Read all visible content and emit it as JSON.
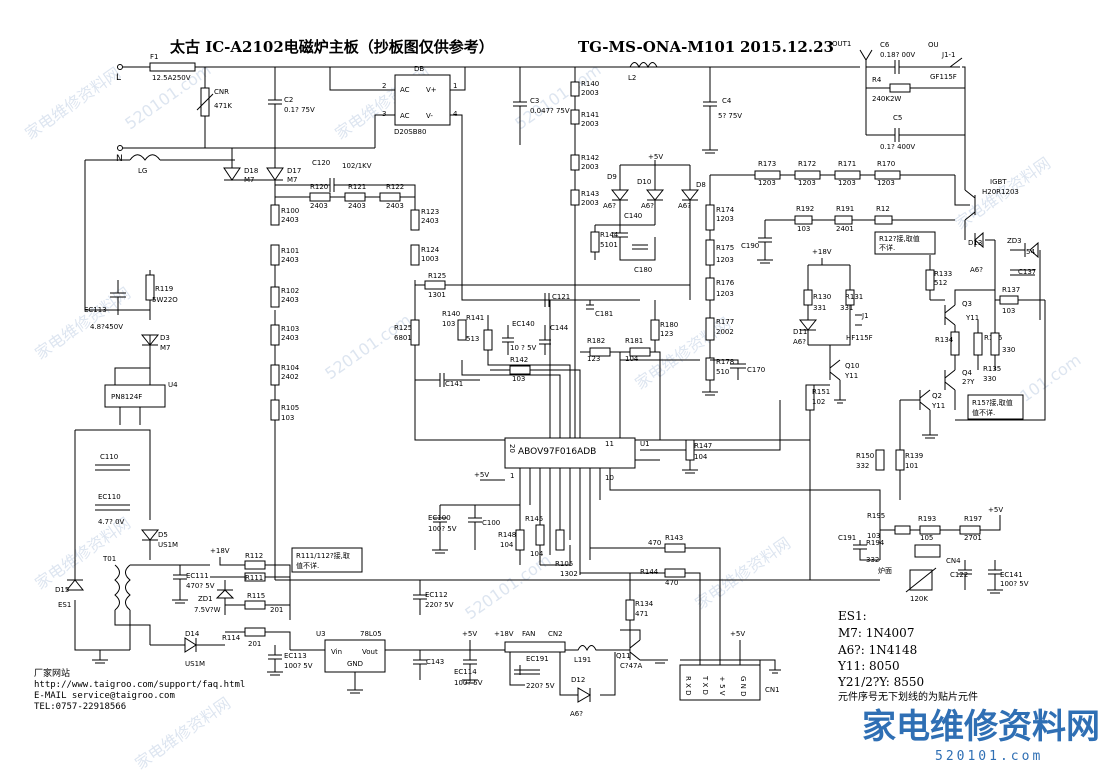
{
  "header": {
    "title": "太古  IC-A2102电磁炉主板（抄板图仅供参考）",
    "model": "TG-MS-ONA-M101",
    "date": "2015.12.23"
  },
  "labels": {
    "L": "L",
    "N": "N",
    "LG": "LG",
    "F1": "F1",
    "F1v": "12.5A250V",
    "CNR": "CNR",
    "CNRv": "471K",
    "C2": "C2",
    "C2v": "0.1? 75V",
    "DB": "DB",
    "DBp": "D20SB80",
    "ACp": "AC",
    "ACm": "AC",
    "Vp": "V+",
    "Vm": "V-",
    "p1": "1",
    "p2": "2",
    "p3": "3",
    "p4": "4",
    "C3": "C3",
    "C3v": "0.047? 75V",
    "R140": "R140",
    "R140v": "2003",
    "R141": "R141",
    "R141v": "2003",
    "L2": "L2",
    "C4": "C4",
    "C4v": "5? 75V",
    "OUT1": "OUT1",
    "C6": "C6",
    "C6v": "0.18? 00V",
    "OUT": "OU",
    "R4": "R4",
    "R4v": "240K2W",
    "J1": "J1-1",
    "GF": "GF115F",
    "C5": "C5",
    "C5v": "0.1? 400V",
    "D18": "D18",
    "D18m": "M7",
    "D17": "D17",
    "D17m": "M7",
    "C120": "C120",
    "C120v": "102/1KV",
    "R120": "R120",
    "R120v": "2403",
    "R121": "R121",
    "R121v": "2403",
    "R122": "R122",
    "R122v": "2403",
    "R142": "R142",
    "R142v": "2003",
    "R143": "R143",
    "R143v": "2003",
    "p5V": "+5V",
    "D9": "D9",
    "D9m": "A6?",
    "D10": "D10",
    "D10m": "A6?",
    "D8": "D8",
    "D8m": "A6?",
    "R173": "R173",
    "R173v": "1203",
    "R172": "R172",
    "R172v": "1203",
    "R171": "R171",
    "R171v": "1203",
    "R170": "R170",
    "R170v": "1203",
    "IGBT": "IGBT",
    "IGBTp": "H20R1203",
    "R100": "R100",
    "R100v": "2403",
    "R123": "R123",
    "R123v": "2403",
    "R144": "R144",
    "R144v": "5101",
    "C140": "C140",
    "C180": "C180",
    "R174": "R174",
    "R174v": "1203",
    "R192": "R192",
    "R192v": "103",
    "R191": "R191",
    "R191v": "2401",
    "R12": "R12",
    "note1": "R12?接,取值",
    "note1b": "不详.",
    "D13": "D13",
    "D13m": "A6?",
    "ZD3": "ZD3",
    "ZD3v": "54",
    "R101": "R101",
    "R101v": "2403",
    "R124": "R124",
    "R124v": "1003",
    "R175": "R175",
    "R175v": "1203",
    "C190": "C190",
    "p18V": "+18V",
    "R133": "R133",
    "R133v": "512",
    "C137": "C137",
    "EC113": "EC113",
    "EC113v": "4.8?450V",
    "R119": "R119",
    "R119v": "5W22O",
    "R102": "R102",
    "R102v": "2403",
    "R125": "R125",
    "R125v": "1301",
    "R176": "R176",
    "R176v": "1203",
    "R130": "R130",
    "R130v": "331",
    "R131": "R131",
    "R131v": "331",
    "Q3": "Q3",
    "R137": "R137",
    "R137v": "103",
    "D3": "D3",
    "D3m": "M7",
    "C121": "C121",
    "R140b": "R140",
    "R140bv": "103",
    "R141b": "R141",
    "R141bv": "513",
    "EC140": "EC140",
    "EC140v": "10 ? 5V",
    "C144": "C144",
    "C181": "C181",
    "R180": "R180",
    "R180v": "123",
    "R177": "R177",
    "R177v": "2002",
    "Jr": "J1",
    "D11": "D11",
    "D11m": "A6?",
    "HF": "HF115F",
    "Y11": "Y11",
    "R103": "R103",
    "R103v": "2403",
    "R125b": "R125",
    "R125bv": "6801",
    "R182": "R182",
    "R182v": "123",
    "R181": "R181",
    "R181v": "104",
    "R134": "R134",
    "R136": "R136",
    "R136v": "330",
    "R135": "R135",
    "R135v": "330",
    "U4": "U4",
    "U4p": "PN8124F",
    "R104": "R104",
    "R104v": "2402",
    "C141": "C141",
    "R142b": "R142",
    "R142bv": "103",
    "R178": "R178",
    "R178v": "510",
    "C170": "C170",
    "Q10": "Q10",
    "Q10m": "Y11",
    "Q4": "Q4",
    "Q4m": "2?Y",
    "R151": "R151",
    "R151v": "102",
    "Q2": "Q2",
    "Q2m": "Y11",
    "note2": "R15?接,取值",
    "note2b": "值不详.",
    "R105": "R105",
    "R105v": "103",
    "U1": "U1",
    "U1p": "ABOV97F016ADB",
    "pin20": "20",
    "pin1": "1",
    "pin10": "10",
    "pin11": "11",
    "R147": "R147",
    "R147v": "104",
    "C110": "C110",
    "EC110": "EC110",
    "EC110v": "4.7? 0V",
    "R150": "R150",
    "R150v": "332",
    "R139": "R139",
    "R139v": "101",
    "EC100": "EC100",
    "EC100v": "100? 5V",
    "C100": "C100",
    "R145": "R145",
    "R148": "R148",
    "R148v": "104",
    "R144b": "R144",
    "R144bv": "104",
    "R105b": "R105",
    "R105bv": "1302",
    "r470a": "470",
    "R143b": "R143",
    "R195": "R195",
    "R195v": "103",
    "R193": "R193",
    "R193v": "105",
    "R197": "R197",
    "R197v": "2701",
    "D5": "D5",
    "D5m": "US1M",
    "T01": "T01",
    "D15": "D15",
    "D15m": "ES1",
    "R112": "R112",
    "R111": "R111",
    "note3": "R111/112?接,取",
    "note3b": "值不详.",
    "EC111": "EC111",
    "EC111v": "470? 5V",
    "ZD1": "ZD1",
    "ZD1v": "7.5V?W",
    "EC112": "EC112",
    "EC112v": "220? 5V",
    "R144c": "R144",
    "R144cv": "470",
    "R194": "R194",
    "R194v": "332",
    "C191": "C191",
    "lumian": "炉面",
    "CN4": "CN4",
    "C122": "C122",
    "EC141": "EC141",
    "EC141v": "100? 5V",
    "R115": "R115",
    "R115v": "201",
    "R114": "R114",
    "R114v": "201",
    "R134b": "R134",
    "R134bv": "471",
    "k120": "120K",
    "D14": "D14",
    "D14m": "US1M",
    "U3": "U3",
    "U3p": "78L05",
    "Vin": "Vin",
    "Vout": "Vout",
    "GND": "GND",
    "EC113b": "EC113",
    "EC113bv": "100? 5V",
    "C143": "C143",
    "EC114": "EC114",
    "EC114v": "100? 5V",
    "FAN": "FAN",
    "CN2": "CN2",
    "EC191": "EC191",
    "EC191v": "220? 5V",
    "L191": "L191",
    "D12": "D12",
    "D12m": "A6?",
    "Q11": "Q11",
    "Q11m": "C?47A",
    "CN1": "CN1",
    "cn1_1": "R X D",
    "cn1_2": "T X D",
    "cn1_3": "+ 5 V",
    "cn1_4": "G N D"
  },
  "legend": {
    "lines": [
      "ES1:",
      "M7:    1N4007",
      "A6?:    1N4148",
      "Y11:    8050",
      "Y21/2?Y:  8550"
    ],
    "note": "元件序号无下划线的为贴片元件"
  },
  "footer": {
    "site": "厂家网站",
    "url": "http://www.taigroo.com/support/faq.html",
    "email": "E-MAIL service@taigroo.com",
    "tel": "TEL:0757-22918566"
  },
  "watermark": {
    "main": "家电维修资料网",
    "url": "520101.com"
  },
  "colors": {
    "ink": "#000000",
    "watermark": "#2f6fb4"
  }
}
